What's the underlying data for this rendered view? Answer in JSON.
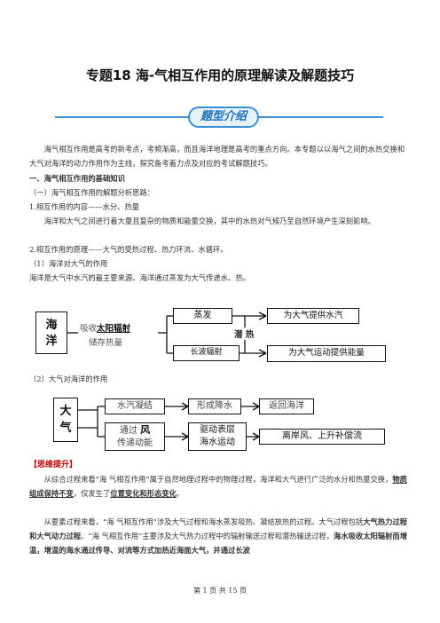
{
  "doc": {
    "title": "专题18  海-气相互作用的原理解读及解题技巧",
    "banner": "题型介绍",
    "intro": "海气相互作用是高考的新考点，考频渐高，而且海洋地理是高考的重点方向。本专题以以海气之间的水热交换和大气对海洋的动力作用作为主线，探究备考着力点及对应的考试解题技巧。",
    "sec1": "一、海气相互作用的基础知识",
    "sub1": "（一）海气相互作用的解题分析思路：",
    "p1": "1.相互作用的内容——水分、热量",
    "p2": "海洋和大气之间进行着大量且复杂的物质和能量交换，其中的水热对气候乃至自然环境产生深刻影响。",
    "p3": "2.相互作用的原理——大气的受热过程、热力环流、水循环。",
    "p4": "（1）海洋对大气的作用",
    "p5": "海洋是大气中水汽的最主要来源。海洋通过蒸发为大气传递水、热。",
    "p6": "（2）大气对海洋的作用",
    "think_tag": "【思维提升】",
    "t1": "从综合过程来看“海 气相互作用”属于自然地理过程中的物理过程，海洋和大气进行广泛的水分和热量交换，",
    "t1b": "物质组成保持不变",
    "t1c": "，仅发生了",
    "t1d": "位置变化和形态变化",
    "t1e": "。",
    "t2": "从要素过程来看，“海 气相互作用”涉及大气过程和海水蒸发吸热、凝结放热的过程。大气过程包括",
    "t2b": "大气热力过程和大气动力过程",
    "t2c": "。“海 气相互作用”主要涉及大气热力过程中的辐射输送过程和潜热输送过程，",
    "t2d": "海水吸收太阳辐射而增温，增温的海水通过传导、对流等方式加热近海面大气，并通过长波",
    "footer": "第 1 页 共 15 页"
  },
  "diagram1": {
    "left": "海洋",
    "absorb": "吸收",
    "solar": "太阳辐射",
    "store": "储存热量",
    "evap": "蒸发",
    "longwave": "长波辐射",
    "latent": "潜 热",
    "out1": "为大气提供水汽",
    "out2": "为大气运动提供能量"
  },
  "diagram2": {
    "left": "大气",
    "r1a": "水汽凝结",
    "r1b": "形成降水",
    "r1c": "返回海洋",
    "r2a_1": "通过",
    "r2a_wind": "风",
    "r2a_2": "传递动能",
    "r2b_1": "驱动表层",
    "r2b_2": "海水运动",
    "r2c": "离岸风、上升补偿流"
  }
}
